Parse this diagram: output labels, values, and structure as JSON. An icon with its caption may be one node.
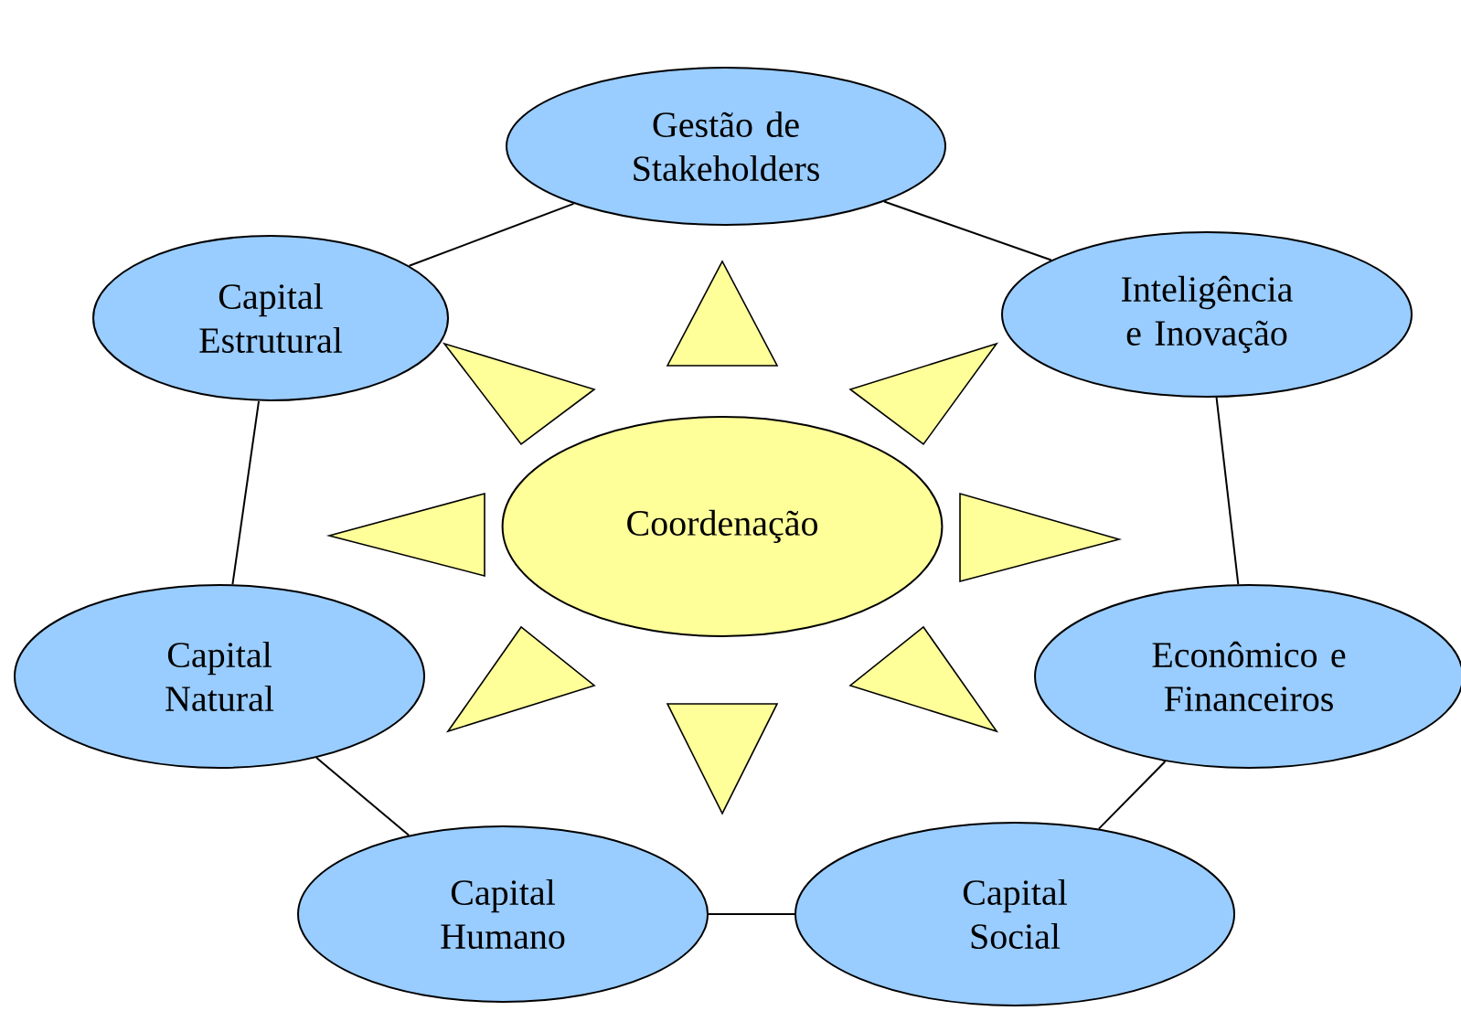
{
  "diagram": {
    "nodes": [
      {
        "text": [
          "Gestão de Stakeholders"
        ]
      },
      {
        "text": [
          "Capital Estrutural"
        ]
      },
      {
        "text": [
          "Inteligência e Inovação"
        ]
      },
      {
        "text": [
          "Coordenação"
        ]
      },
      {
        "text": [
          "Capital Natural"
        ]
      },
      {
        "text": [
          "Econômico e Financeiros"
        ]
      },
      {
        "text": [
          "Capital Humano"
        ]
      },
      {
        "text": [
          "Capital Social"
        ]
      }
    ],
    "edges": [
      {
        "from": 0,
        "to": 2,
        "arrow": "none"
      },
      {
        "from": 2,
        "to": 5,
        "arrow": "none"
      },
      {
        "from": 5,
        "to": 7,
        "arrow": "none"
      },
      {
        "from": 7,
        "to": 6,
        "arrow": "none"
      },
      {
        "from": 6,
        "to": 4,
        "arrow": "none"
      },
      {
        "from": 4,
        "to": 1,
        "arrow": "none"
      },
      {
        "from": 1,
        "to": 0,
        "arrow": "none"
      }
    ]
  }
}
